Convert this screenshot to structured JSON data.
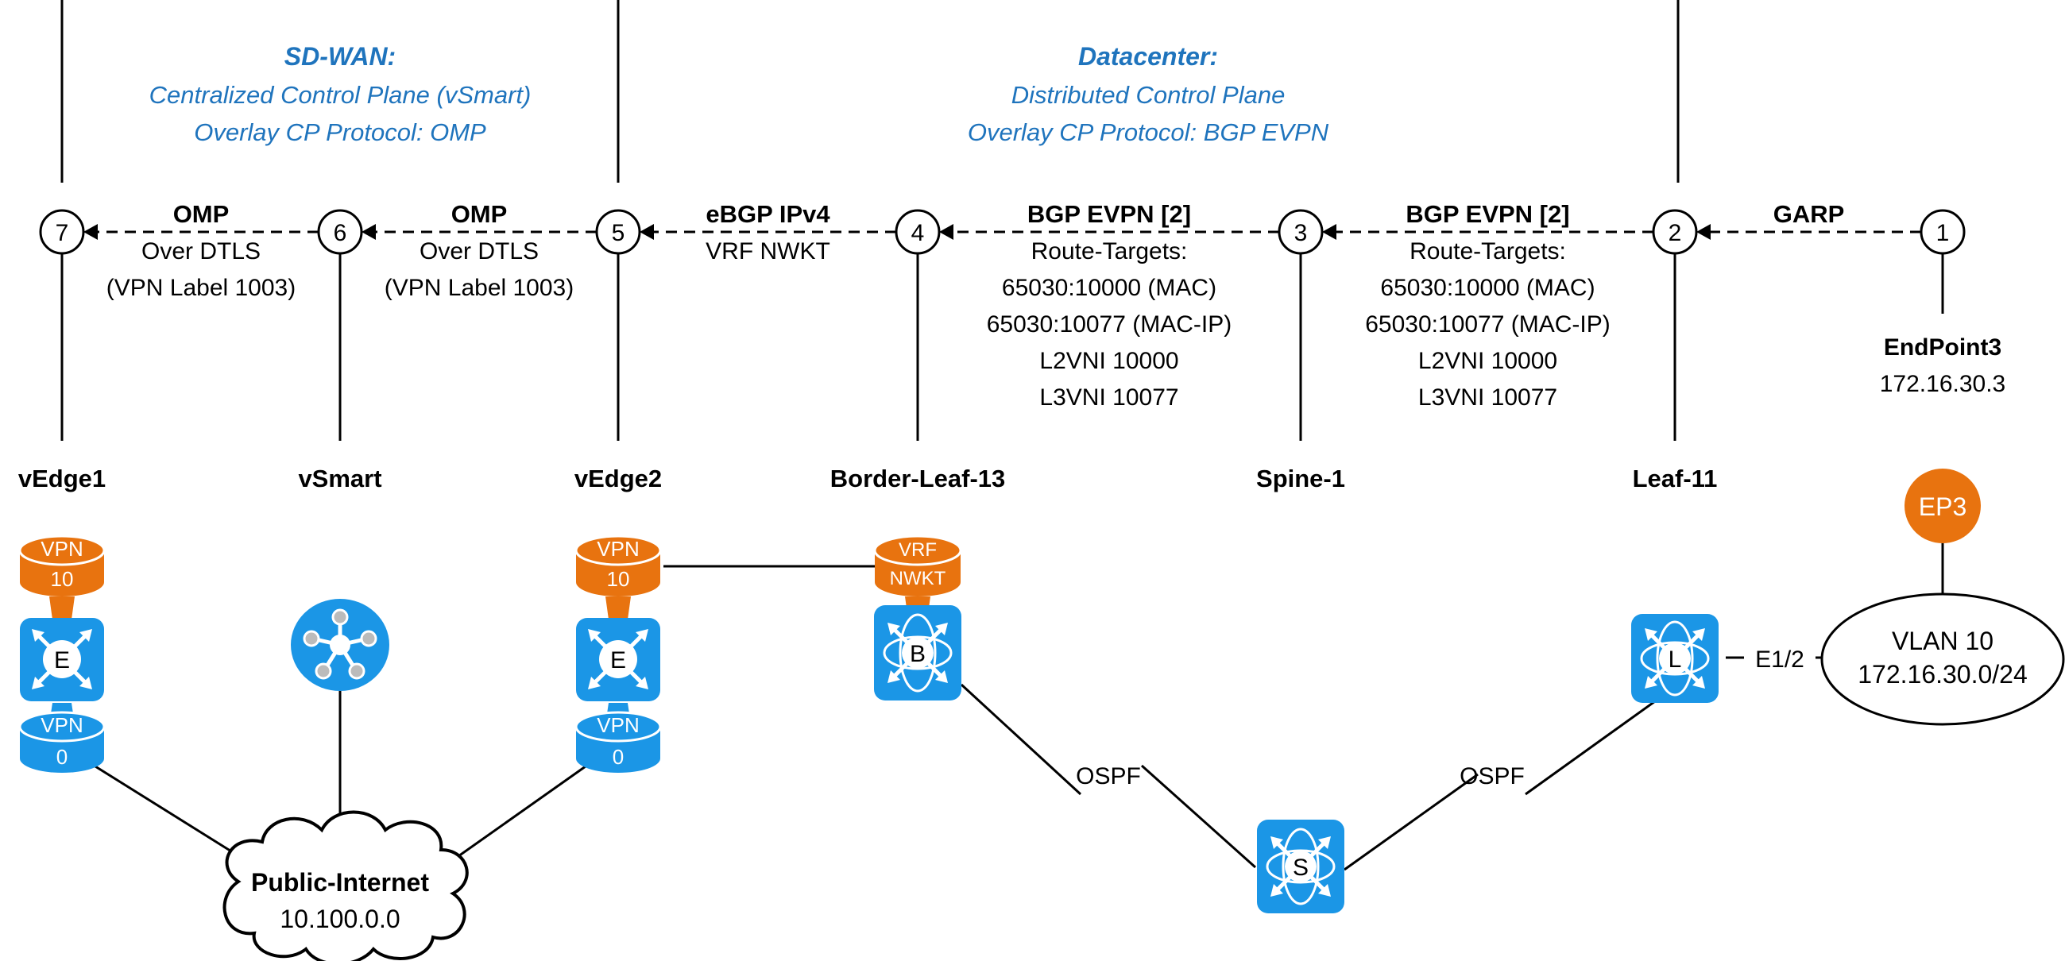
{
  "colors": {
    "accent_blue": "#1f74bd",
    "device_blue": "#1b96e6",
    "orange": "#e8730f",
    "line": "#000000"
  },
  "regions": {
    "sdwan": {
      "title": "SD-WAN:",
      "line1": "Centralized Control Plane (vSmart)",
      "line2": "Overlay CP Protocol: OMP"
    },
    "datacenter": {
      "title": "Datacenter:",
      "line1": "Distributed Control Plane",
      "line2": "Overlay CP Protocol: BGP EVPN"
    }
  },
  "steps": [
    "7",
    "6",
    "5",
    "4",
    "3",
    "2",
    "1"
  ],
  "messages": [
    {
      "title": "OMP",
      "lines": [
        "Over DTLS",
        "(VPN Label 1003)"
      ]
    },
    {
      "title": "OMP",
      "lines": [
        "Over DTLS",
        "(VPN Label 1003)"
      ]
    },
    {
      "title": "eBGP IPv4",
      "lines": [
        "VRF NWKT"
      ]
    },
    {
      "title": "BGP EVPN [2]",
      "lines": [
        "Route-Targets:",
        "65030:10000 (MAC)",
        "65030:10077 (MAC-IP)",
        "L2VNI 10000",
        "L3VNI 10077"
      ]
    },
    {
      "title": "BGP EVPN [2]",
      "lines": [
        "Route-Targets:",
        "65030:10000 (MAC)",
        "65030:10077 (MAC-IP)",
        "L2VNI 10000",
        "L3VNI 10077"
      ]
    },
    {
      "title": "GARP",
      "lines": []
    }
  ],
  "endpoint": {
    "name": "EndPoint3",
    "ip": "172.16.30.3"
  },
  "devices": {
    "vedge1": {
      "label": "vEdge1",
      "letter": "E",
      "vpn_top": [
        "VPN",
        "10"
      ],
      "vpn_bottom": [
        "VPN",
        "0"
      ]
    },
    "vsmart": {
      "label": "vSmart"
    },
    "vedge2": {
      "label": "vEdge2",
      "letter": "E",
      "vpn_top": [
        "VPN",
        "10"
      ],
      "vpn_bottom": [
        "VPN",
        "0"
      ]
    },
    "border_leaf": {
      "label": "Border-Leaf-13",
      "letter": "B",
      "vrf": [
        "VRF",
        "NWKT"
      ]
    },
    "spine": {
      "label": "Spine-1",
      "letter": "S"
    },
    "leaf": {
      "label": "Leaf-11",
      "letter": "L"
    },
    "ep3": {
      "label": "EP3"
    }
  },
  "cloud": {
    "name": "Public-Internet",
    "subnet": "10.100.0.0"
  },
  "vlan": {
    "name": "VLAN 10",
    "subnet": "172.16.30.0/24"
  },
  "links": {
    "ospf_left": "OSPF",
    "ospf_right": "OSPF",
    "interface": "E1/2"
  }
}
